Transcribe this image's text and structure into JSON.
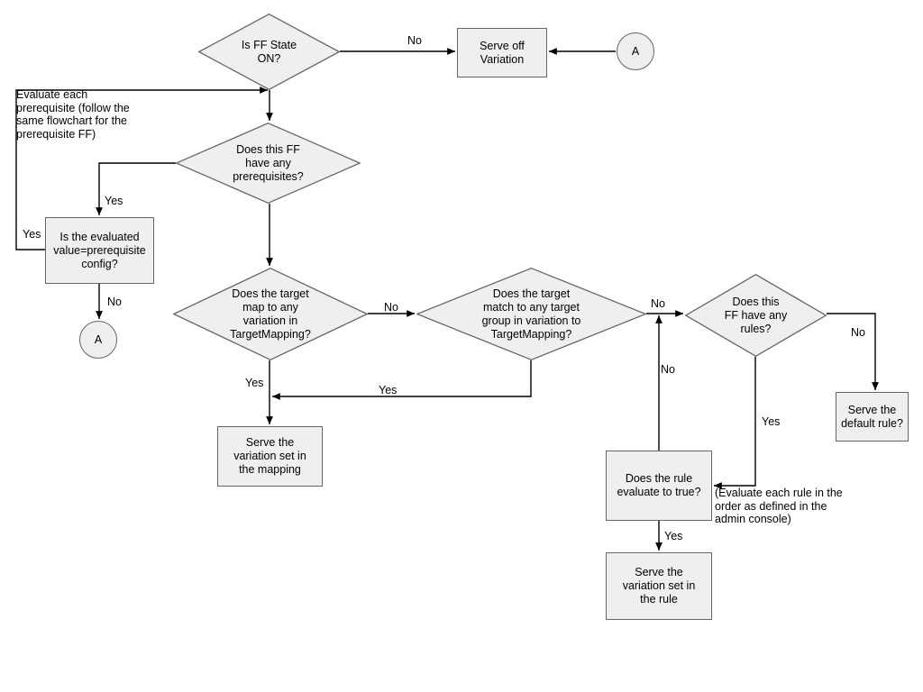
{
  "diagram": {
    "title": "Feature Flag Evaluation Flowchart",
    "colors": {
      "shape_fill": "#efefef",
      "shape_stroke": "#666666",
      "edge_stroke": "#000000",
      "text": "#000000",
      "background": "#ffffff"
    }
  },
  "nodes": {
    "is_ff_state_on": {
      "text": "Is FF State\nON?",
      "shape": "diamond"
    },
    "serve_off_variation": {
      "text": "Serve off\nVariation",
      "shape": "box"
    },
    "connector_a_top": {
      "text": "A",
      "shape": "circle"
    },
    "has_prerequisites": {
      "text": "Does this FF\nhave any\nprerequisites?",
      "shape": "diamond"
    },
    "evaluated_value_matches": {
      "text": "Is the evaluated\nvalue=prerequisite\nconfig?",
      "shape": "box"
    },
    "connector_a_bottom": {
      "text": "A",
      "shape": "circle"
    },
    "target_map_variation": {
      "text": "Does the target\nmap to any\nvariation in\nTargetMapping?",
      "shape": "diamond"
    },
    "target_match_group": {
      "text": "Does the target\nmatch to any target\ngroup in variation to\nTargetMapping?",
      "shape": "diamond"
    },
    "has_rules": {
      "text": "Does this\nFF have any\nrules?",
      "shape": "diamond"
    },
    "serve_default_rule": {
      "text": "Serve the\ndefault rule?",
      "shape": "box"
    },
    "serve_variation_mapping": {
      "text": "Serve the\nvariation set in\nthe mapping",
      "shape": "box"
    },
    "rule_evaluates_true": {
      "text": "Does the rule\nevaluate to true?",
      "shape": "box"
    },
    "serve_variation_rule": {
      "text": "Serve the\nvariation set in\nthe rule",
      "shape": "box"
    }
  },
  "edge_labels": {
    "ffstate_no": "No",
    "prereq_yes": "Yes",
    "evaluated_yes": "Yes",
    "evaluated_no": "No",
    "targetmap_no": "No",
    "targetmap_yes": "Yes",
    "targetgroup_yes": "Yes",
    "targetgroup_no": "No",
    "rules_no": "No",
    "rules_yes": "Yes",
    "rule_no": "No",
    "rule_yes": "Yes"
  },
  "notes": {
    "prerequisite_note": "Evaluate each\nprerequisite (follow the\nsame flowchart for the\nprerequisite FF)",
    "rule_order_note": "(Evaluate each rule in the\norder as defined in the\nadmin console)"
  }
}
